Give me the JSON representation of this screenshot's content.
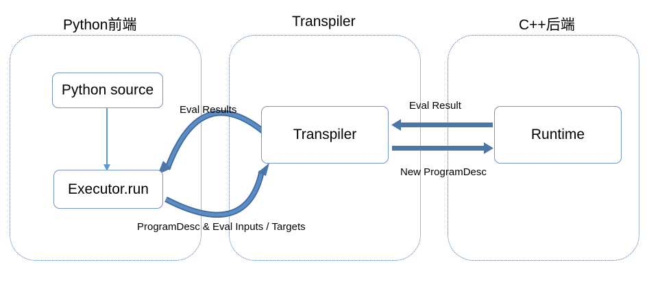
{
  "columns": {
    "python_title": "Python前端",
    "transpiler_title": "Transpiler",
    "cpp_title": "C++后端"
  },
  "boxes": {
    "python_source": "Python source",
    "executor_run": "Executor.run",
    "transpiler": "Transpiler",
    "runtime": "Runtime"
  },
  "labels": {
    "eval_results": "Eval Results",
    "program_desc_inputs": "ProgramDesc & Eval Inputs / Targets",
    "eval_result": "Eval Result",
    "new_program_desc": "New ProgramDesc"
  },
  "colors": {
    "region_border": "#3b6cb0",
    "box_border": "#6f93c6",
    "arrow_fill": "#4a76a8",
    "arrow_light": "#5b9bd5"
  }
}
